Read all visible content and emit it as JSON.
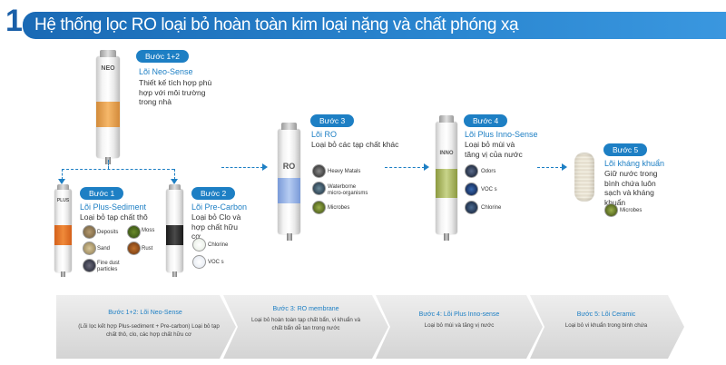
{
  "header": {
    "step_number": "1",
    "title": "Hệ thống lọc RO loại bỏ hoàn toàn kim loại nặng và chất phóng xạ"
  },
  "stages": {
    "s12": {
      "badge": "Bước 1+2",
      "name": "Lõi Neo-Sense",
      "desc": "Thiết kế tích hợp phù hợp với môi trường trong nhà"
    },
    "s1": {
      "badge": "Bước 1",
      "name": "Lõi Plus-Sediment",
      "desc": "Loại bỏ tạp chất thô",
      "items": [
        "Deposits",
        "Moss",
        "Sand",
        "Rust",
        "Fine dust particles"
      ]
    },
    "s2": {
      "badge": "Bước 2",
      "name": "Lõi Pre-Carbon",
      "desc": "Loại bỏ Clo và hợp chất hữu cơ",
      "items": [
        "Chlorine",
        "VOC s"
      ]
    },
    "s3": {
      "badge": "Bước 3",
      "name": "Lõi RO",
      "desc": "Loại bỏ các tạp chất khác",
      "items": [
        "Heavy Matals",
        "Waterborne micro-organisms",
        "Microbes"
      ]
    },
    "s4": {
      "badge": "Bước 4",
      "name": "Lõi Plus Inno-Sense",
      "desc": "Loại bỏ mùi và tăng vị của nước",
      "items": [
        "Odors",
        "VOC s",
        "Chlorine"
      ]
    },
    "s5": {
      "badge": "Bước 5",
      "name": "Lõi kháng khuẩn",
      "desc": "Giữ nước trong bình chứa luôn sạch và kháng khuẩn",
      "items": [
        "Microbes"
      ]
    }
  },
  "cartridges": {
    "neo": "NEO",
    "ro": "RO",
    "inno": "INNO",
    "sed": "PLUS"
  },
  "bottom": [
    {
      "title": "Bước 1+2:  Lõi Neo-Sense",
      "desc": "(Lõi lọc kết hợp Plus-sediment + Pre-carbon) Loại bỏ tạp chất thô, clo, các hợp chất hữu cơ"
    },
    {
      "title": "Bước 3:  RO membrane",
      "desc": "Loại bỏ hoàn toàn tạp chất bẩn, vi khuẩn và chất bẩn dễ tan trong nước"
    },
    {
      "title": "Bước 4:  Lõi Plus Inno-sense",
      "desc": "Loại bỏ mùi và tăng vị nước"
    },
    {
      "title": "Bước 5:  Lõi Ceramic",
      "desc": "Loại bỏ vi khuẩn trong bình chứa"
    }
  ],
  "colors": {
    "brand_blue": "#1d7fc4",
    "title_bar": "#1a6ab5"
  }
}
